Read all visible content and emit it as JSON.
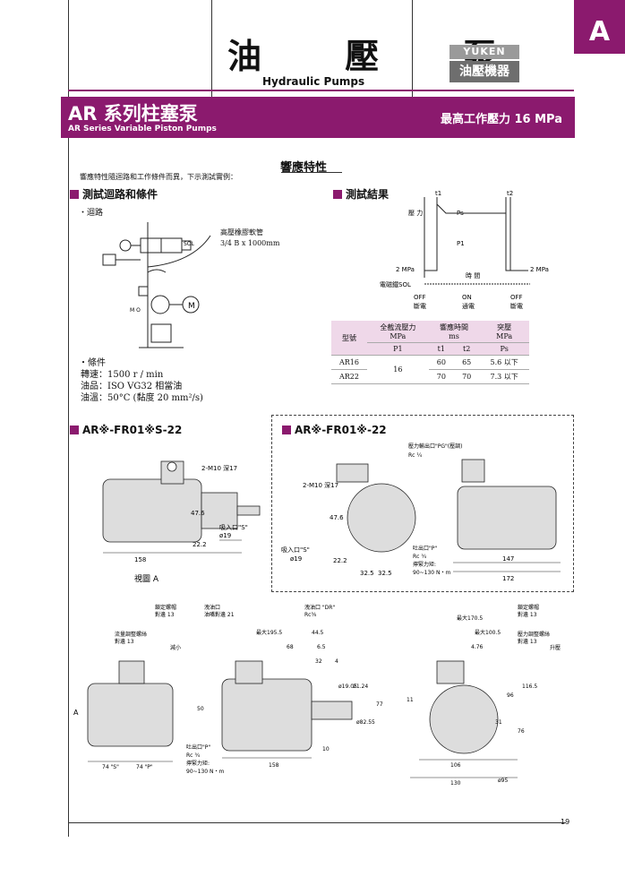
{
  "header": {
    "title_cn": "油 壓 泵",
    "title_en": "Hydraulic Pumps",
    "brand_top": "YUKEN",
    "brand_bottom": "油壓機器",
    "section_letter": "A"
  },
  "banner": {
    "series_cn": "AR 系列柱塞泵",
    "series_en": "AR Series Variable Piston Pumps",
    "max_pressure": "最高工作壓力 16 MPa"
  },
  "response": {
    "heading": "響應特性",
    "note": "響應特性隨迴路和工作條件而異，下示測試實例：",
    "test_circuit_title": "測試迴路和條件",
    "test_result_title": "測試結果",
    "circuit_label": "・迴路",
    "hose_label": "高壓橡膠軟管",
    "hose_spec": "3/4 B x 1000mm",
    "sol_label": "SOL",
    "motor_label": "M",
    "mo_label": "M\nO",
    "conditions_label": "・條件",
    "cond_speed": "轉速：1500 r / min",
    "cond_oil": "油品：ISO VG32 相當油",
    "cond_temp": "油溫：50°C (黏度 20 mm²/s)",
    "graph": {
      "t1": "t1",
      "t2": "t2",
      "pressure_axis": "壓 力",
      "ps": "Ps",
      "p1": "P1",
      "mpa_left": "2 MPa",
      "mpa_right": "2 MPa",
      "time": "時 間",
      "sol": "電磁鐵SOL",
      "off1": "OFF",
      "off1_cn": "斷電",
      "on": "ON",
      "on_cn": "通電",
      "off2": "OFF",
      "off2_cn": "斷電"
    },
    "table": {
      "h_model": "型號",
      "h_p1": "全截流壓力",
      "h_p1_unit": "MPa",
      "h_p1_sym": "P1",
      "h_time": "響應時間",
      "h_time_unit": "ms",
      "h_t1": "t1",
      "h_t2": "t2",
      "h_surge": "突壓",
      "h_surge_unit": "MPa",
      "h_ps": "Ps",
      "rows": [
        {
          "model": "AR16",
          "p1": "16",
          "t1": "60",
          "t2": "65",
          "ps": "5.6 以下"
        },
        {
          "model": "AR22",
          "p1": "",
          "t1": "70",
          "t2": "70",
          "ps": "7.3 以下"
        }
      ]
    }
  },
  "drawings": {
    "left_title": "AR※-FR01※S-22",
    "right_title": "AR※-FR01※-22",
    "left_dims": {
      "m10": "2-M10 深17",
      "d476": "47.6",
      "inlet": "吸入口\"S\"",
      "phi19": "ø19",
      "d222": "22.2",
      "d158": "158",
      "figure": "視圖 A"
    },
    "right_dims": {
      "pg": "壓力輸出口\"PG\"(壓調)",
      "rc14": "Rc ¼",
      "m10": "2-M10 深17",
      "d476": "47.6",
      "inlet": "吸入口\"S\"",
      "phi19": "ø19",
      "d222": "22.2",
      "d325a": "32.5",
      "d325b": "32.5",
      "outlet": "吐出口\"P\"",
      "rc34": "Rc ¾",
      "torque": "擰緊力矩:",
      "torque_val": "90~130 N・m",
      "d147": "147",
      "d172": "172"
    },
    "bottom_dims": {
      "lock1": "鎖定螺帽",
      "wrench1": "對邊 13",
      "drain_port": "洩油口",
      "wrench21": "油嘴對邊 21",
      "drain": "洩油口 \"DR\"",
      "rc38": "Rc⅜",
      "flow_screw": "流量調整螺絲",
      "wrench13": "對邊 13",
      "decrease": "減小",
      "max1955": "最大195.5",
      "d445": "44.5",
      "d68": "68",
      "d65": "6.5",
      "d32": "32",
      "d4": "4",
      "d50": "50",
      "arrow_a": "A",
      "d19": "ø19.05",
      "d212": "21.24",
      "d8255": "ø82.55",
      "d77": "77",
      "d10": "10",
      "d158": "158",
      "d74s": "74 \"S\"",
      "d74p": "74 \"P\"",
      "outlet": "吐出口\"P\"",
      "rc34": "Rc ¾",
      "torque": "擰緊力矩:",
      "torque_val": "90~130 N・m",
      "max1705": "最大170.5",
      "max1005": "最大100.5",
      "d476b": "4.76",
      "lock2": "鎖定螺帽",
      "wrench2": "對邊 13",
      "pres_screw": "壓力調整螺絲",
      "wrench3": "對邊 13",
      "increase": "升壓",
      "d11": "11",
      "d96": "96",
      "d1165": "116.5",
      "d31": "31",
      "d76": "76",
      "d106": "106",
      "d130": "130",
      "phi95": "ø95"
    }
  },
  "footer": {
    "page_number": "19"
  },
  "colors": {
    "accent": "#8b1a6e",
    "tint": "#efd8e9"
  }
}
